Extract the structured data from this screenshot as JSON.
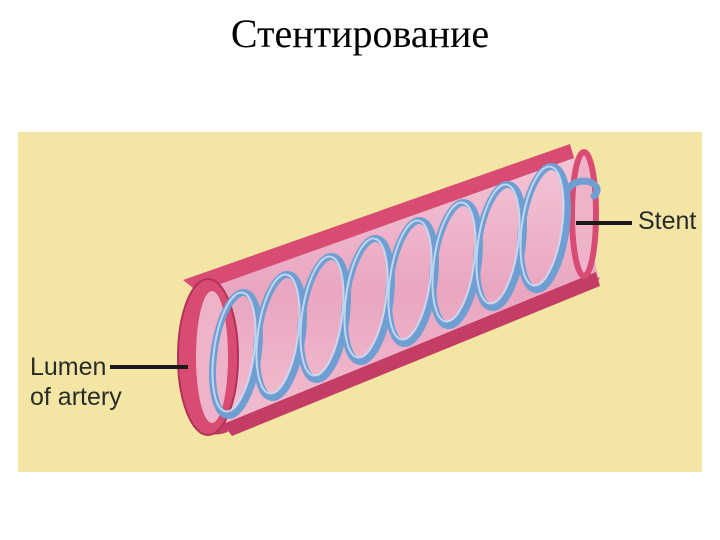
{
  "title": "Стентирование",
  "labels": {
    "stent": "Stent",
    "lumen_line1": "Lumen",
    "lumen_line2": "of artery"
  },
  "colors": {
    "background": "#f3e6a5",
    "artery_wall": "#d84b72",
    "artery_dark": "#b23258",
    "lumen": "#ecb0c8",
    "stent_coil": "#7aa7d6",
    "leader_line": "#1a1a1a"
  }
}
